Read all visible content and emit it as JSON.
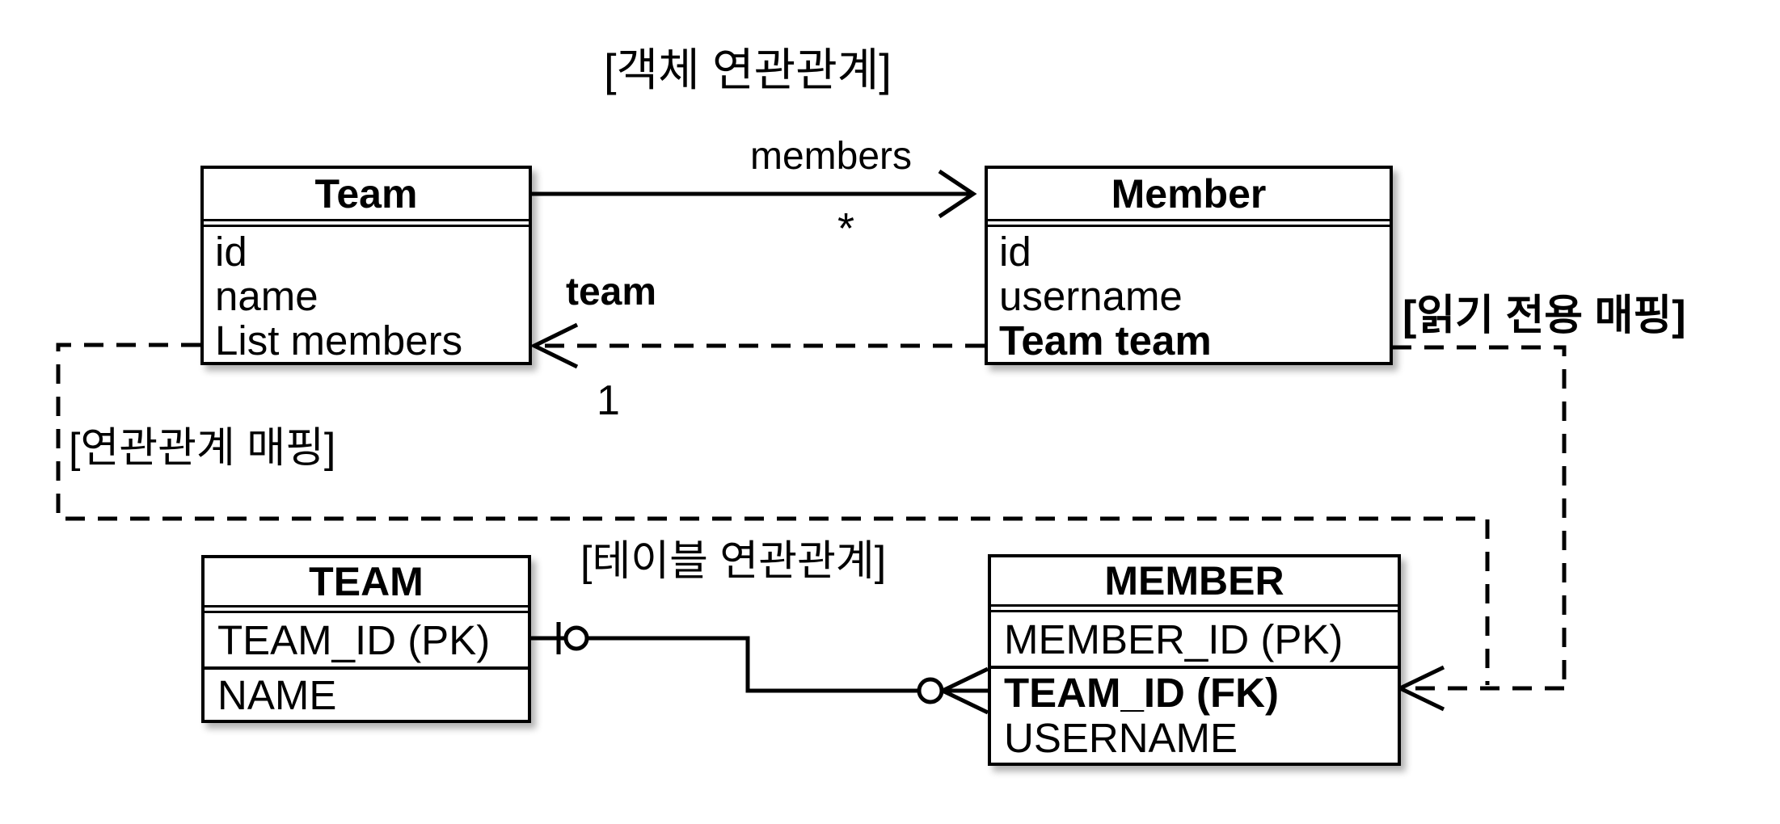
{
  "diagram": {
    "object_section_title": "[객체 연관관계]",
    "table_section_title": "[테이블 연관관계]",
    "read_only_mapping_label": "[읽기 전용 매핑]",
    "association_mapping_label": "[연관관계 매핑]",
    "object_association": {
      "team_class": {
        "name": "Team",
        "fields": [
          "id",
          "name",
          "List members"
        ]
      },
      "member_class": {
        "name": "Member",
        "fields": [
          "id",
          "username",
          "Team team"
        ]
      },
      "members_reference": {
        "label": "members",
        "multiplicity": "*"
      },
      "team_reference": {
        "label": "team",
        "multiplicity": "1"
      }
    },
    "table_association": {
      "team_table": {
        "name": "TEAM",
        "columns": [
          "TEAM_ID (PK)",
          "NAME"
        ]
      },
      "member_table": {
        "name": "MEMBER",
        "columns": [
          "MEMBER_ID (PK)",
          "TEAM_ID (FK)",
          "USERNAME"
        ]
      }
    },
    "colors": {
      "foreground": "#000000",
      "background": "#ffffff"
    }
  }
}
